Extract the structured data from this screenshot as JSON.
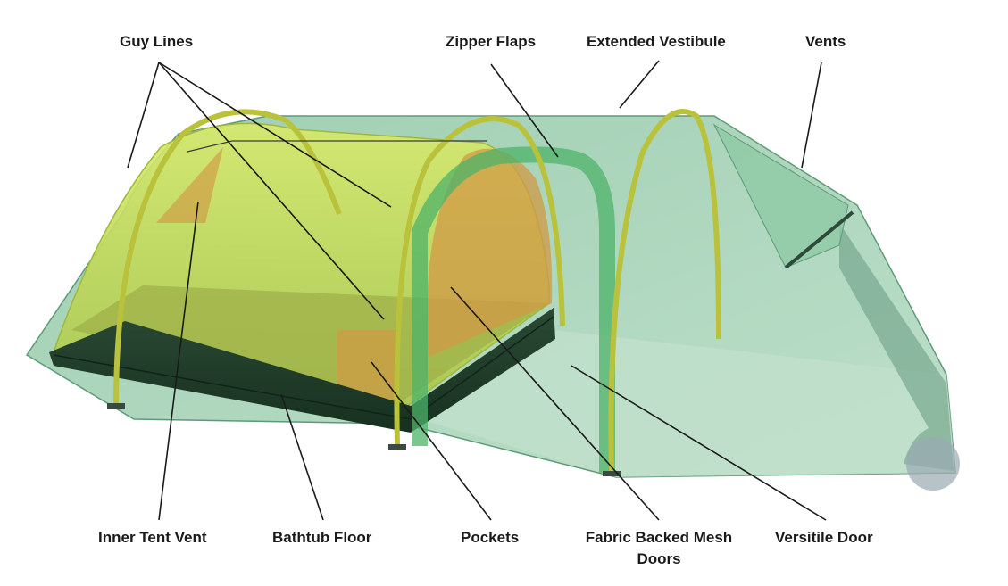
{
  "diagram": {
    "labels": {
      "guy_lines": "Guy Lines",
      "zipper_flaps": "Zipper Flaps",
      "extended_vestibule": "Extended Vestibule",
      "vents": "Vents",
      "inner_tent_vent": "Inner Tent Vent",
      "bathtub_floor": "Bathtub Floor",
      "pockets": "Pockets",
      "fabric_backed_mesh_doors_line1": "Fabric Backed Mesh",
      "fabric_backed_mesh_doors_line2": "Doors",
      "versitile_door": "Versitile Door"
    },
    "colors": {
      "fly": "#6fae8a",
      "inner_tent": "#c7e05a",
      "floor": "#1f3d2b",
      "pole": "#b9c23a",
      "orange_panel": "#d19a45",
      "leader_line": "#1a1a1a"
    }
  }
}
